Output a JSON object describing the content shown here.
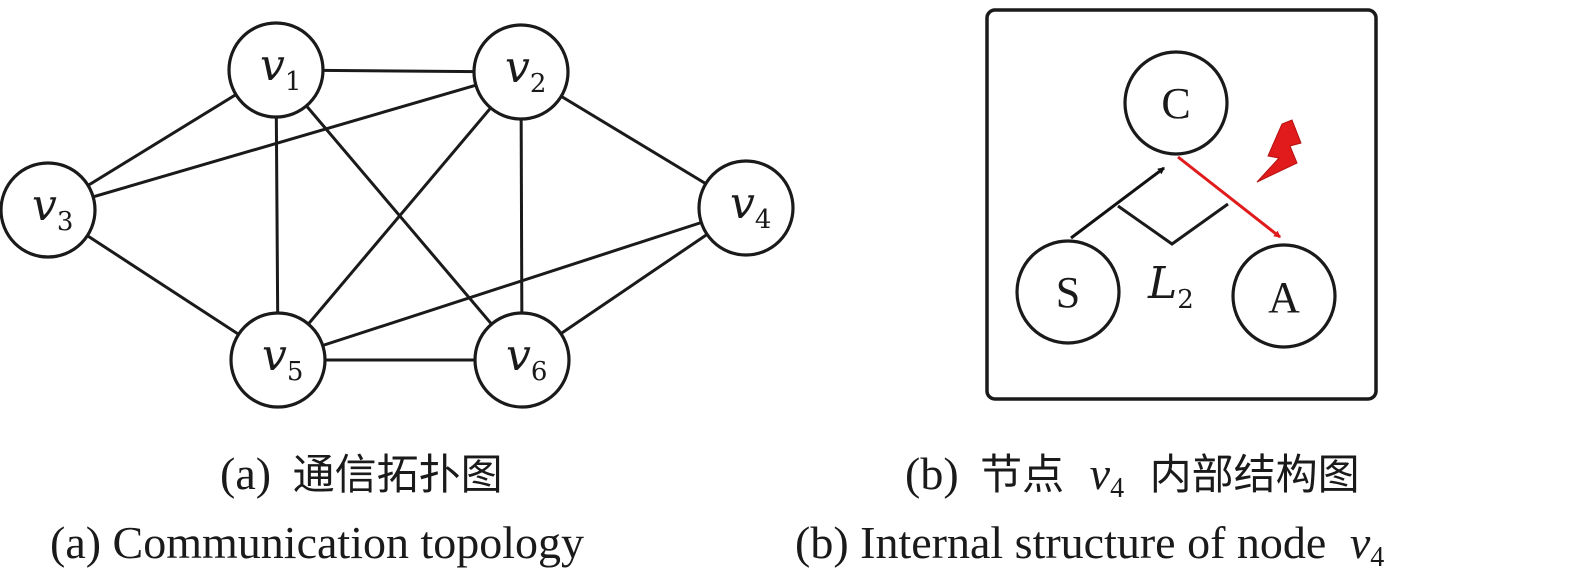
{
  "topology": {
    "nodes": [
      {
        "id": "v1",
        "letter": "v",
        "sub": "1"
      },
      {
        "id": "v2",
        "letter": "v",
        "sub": "2"
      },
      {
        "id": "v3",
        "letter": "v",
        "sub": "3"
      },
      {
        "id": "v4",
        "letter": "v",
        "sub": "4"
      },
      {
        "id": "v5",
        "letter": "v",
        "sub": "5"
      },
      {
        "id": "v6",
        "letter": "v",
        "sub": "6"
      }
    ],
    "edges": [
      [
        "v1",
        "v2"
      ],
      [
        "v1",
        "v3"
      ],
      [
        "v1",
        "v5"
      ],
      [
        "v1",
        "v6"
      ],
      [
        "v2",
        "v3"
      ],
      [
        "v2",
        "v5"
      ],
      [
        "v2",
        "v6"
      ],
      [
        "v2",
        "v4"
      ],
      [
        "v3",
        "v5"
      ],
      [
        "v4",
        "v5"
      ],
      [
        "v4",
        "v6"
      ],
      [
        "v5",
        "v6"
      ]
    ],
    "caption_cn": {
      "prefix": "(a)",
      "text": "通信拓扑图"
    },
    "caption_en": "(a) Communication topology"
  },
  "internal": {
    "nodes": {
      "c": "C",
      "s": "S",
      "a": "A"
    },
    "link_label": {
      "letter": "L",
      "sub": "2"
    },
    "colors": {
      "arrow_sc": "#111111",
      "arrow_ca": "#e11b1b",
      "lightning": "#e11b1b",
      "frame": "#1a1a1a"
    },
    "caption_cn": {
      "prefix": "(b)",
      "pre": "节点",
      "node_letter": "v",
      "node_sub": "4",
      "post": "内部结构图"
    },
    "caption_en": {
      "text": "(b) Internal structure of node",
      "node_letter": "v",
      "node_sub": "4"
    }
  }
}
